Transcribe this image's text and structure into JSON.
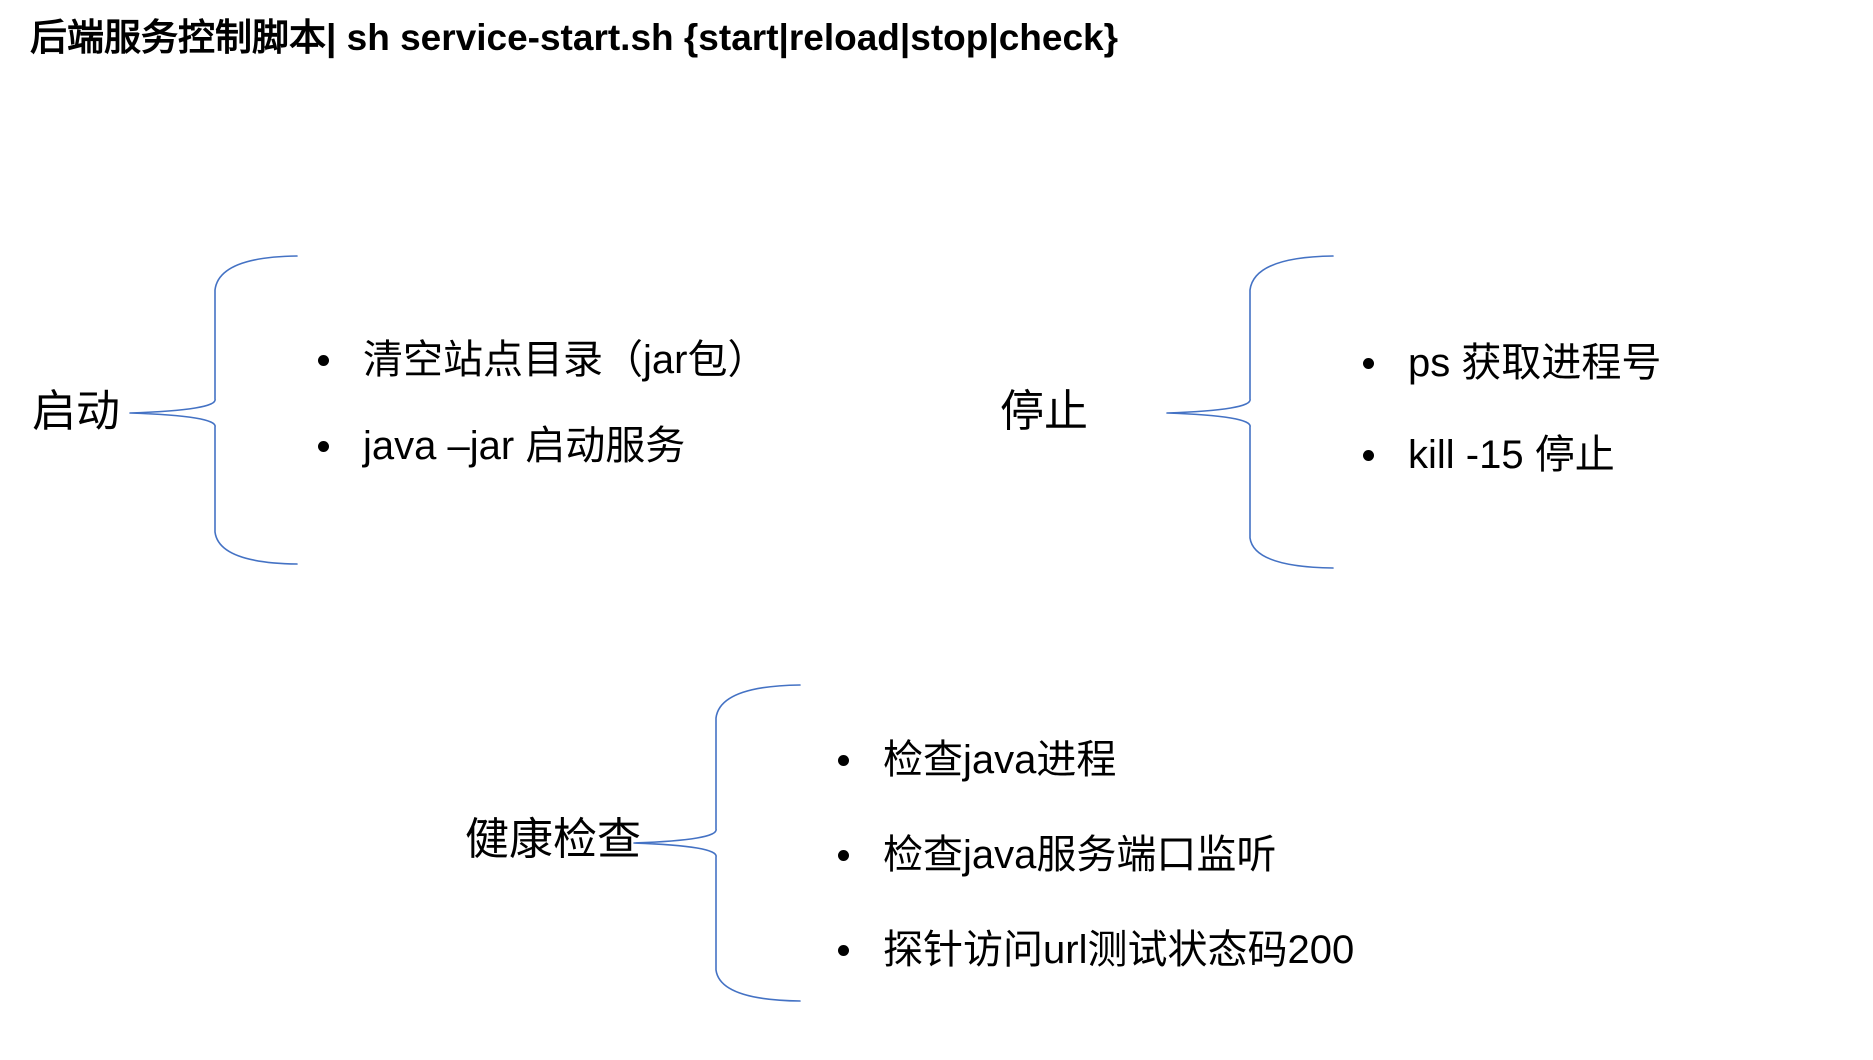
{
  "title": "后端服务控制脚本| sh service-start.sh {start|reload|stop|check}",
  "colors": {
    "accent": "#4472C4",
    "text": "#000000"
  },
  "sections": [
    {
      "label": "启动",
      "bullets": [
        "清空站点目录（jar包）",
        "java –jar 启动服务"
      ]
    },
    {
      "label": "停止",
      "bullets": [
        "ps 获取进程号",
        "kill -15 停止"
      ]
    },
    {
      "label": "健康检查",
      "bullets": [
        "检查java进程",
        "检查java服务端口监听",
        "探针访问url测试状态码200"
      ]
    }
  ]
}
